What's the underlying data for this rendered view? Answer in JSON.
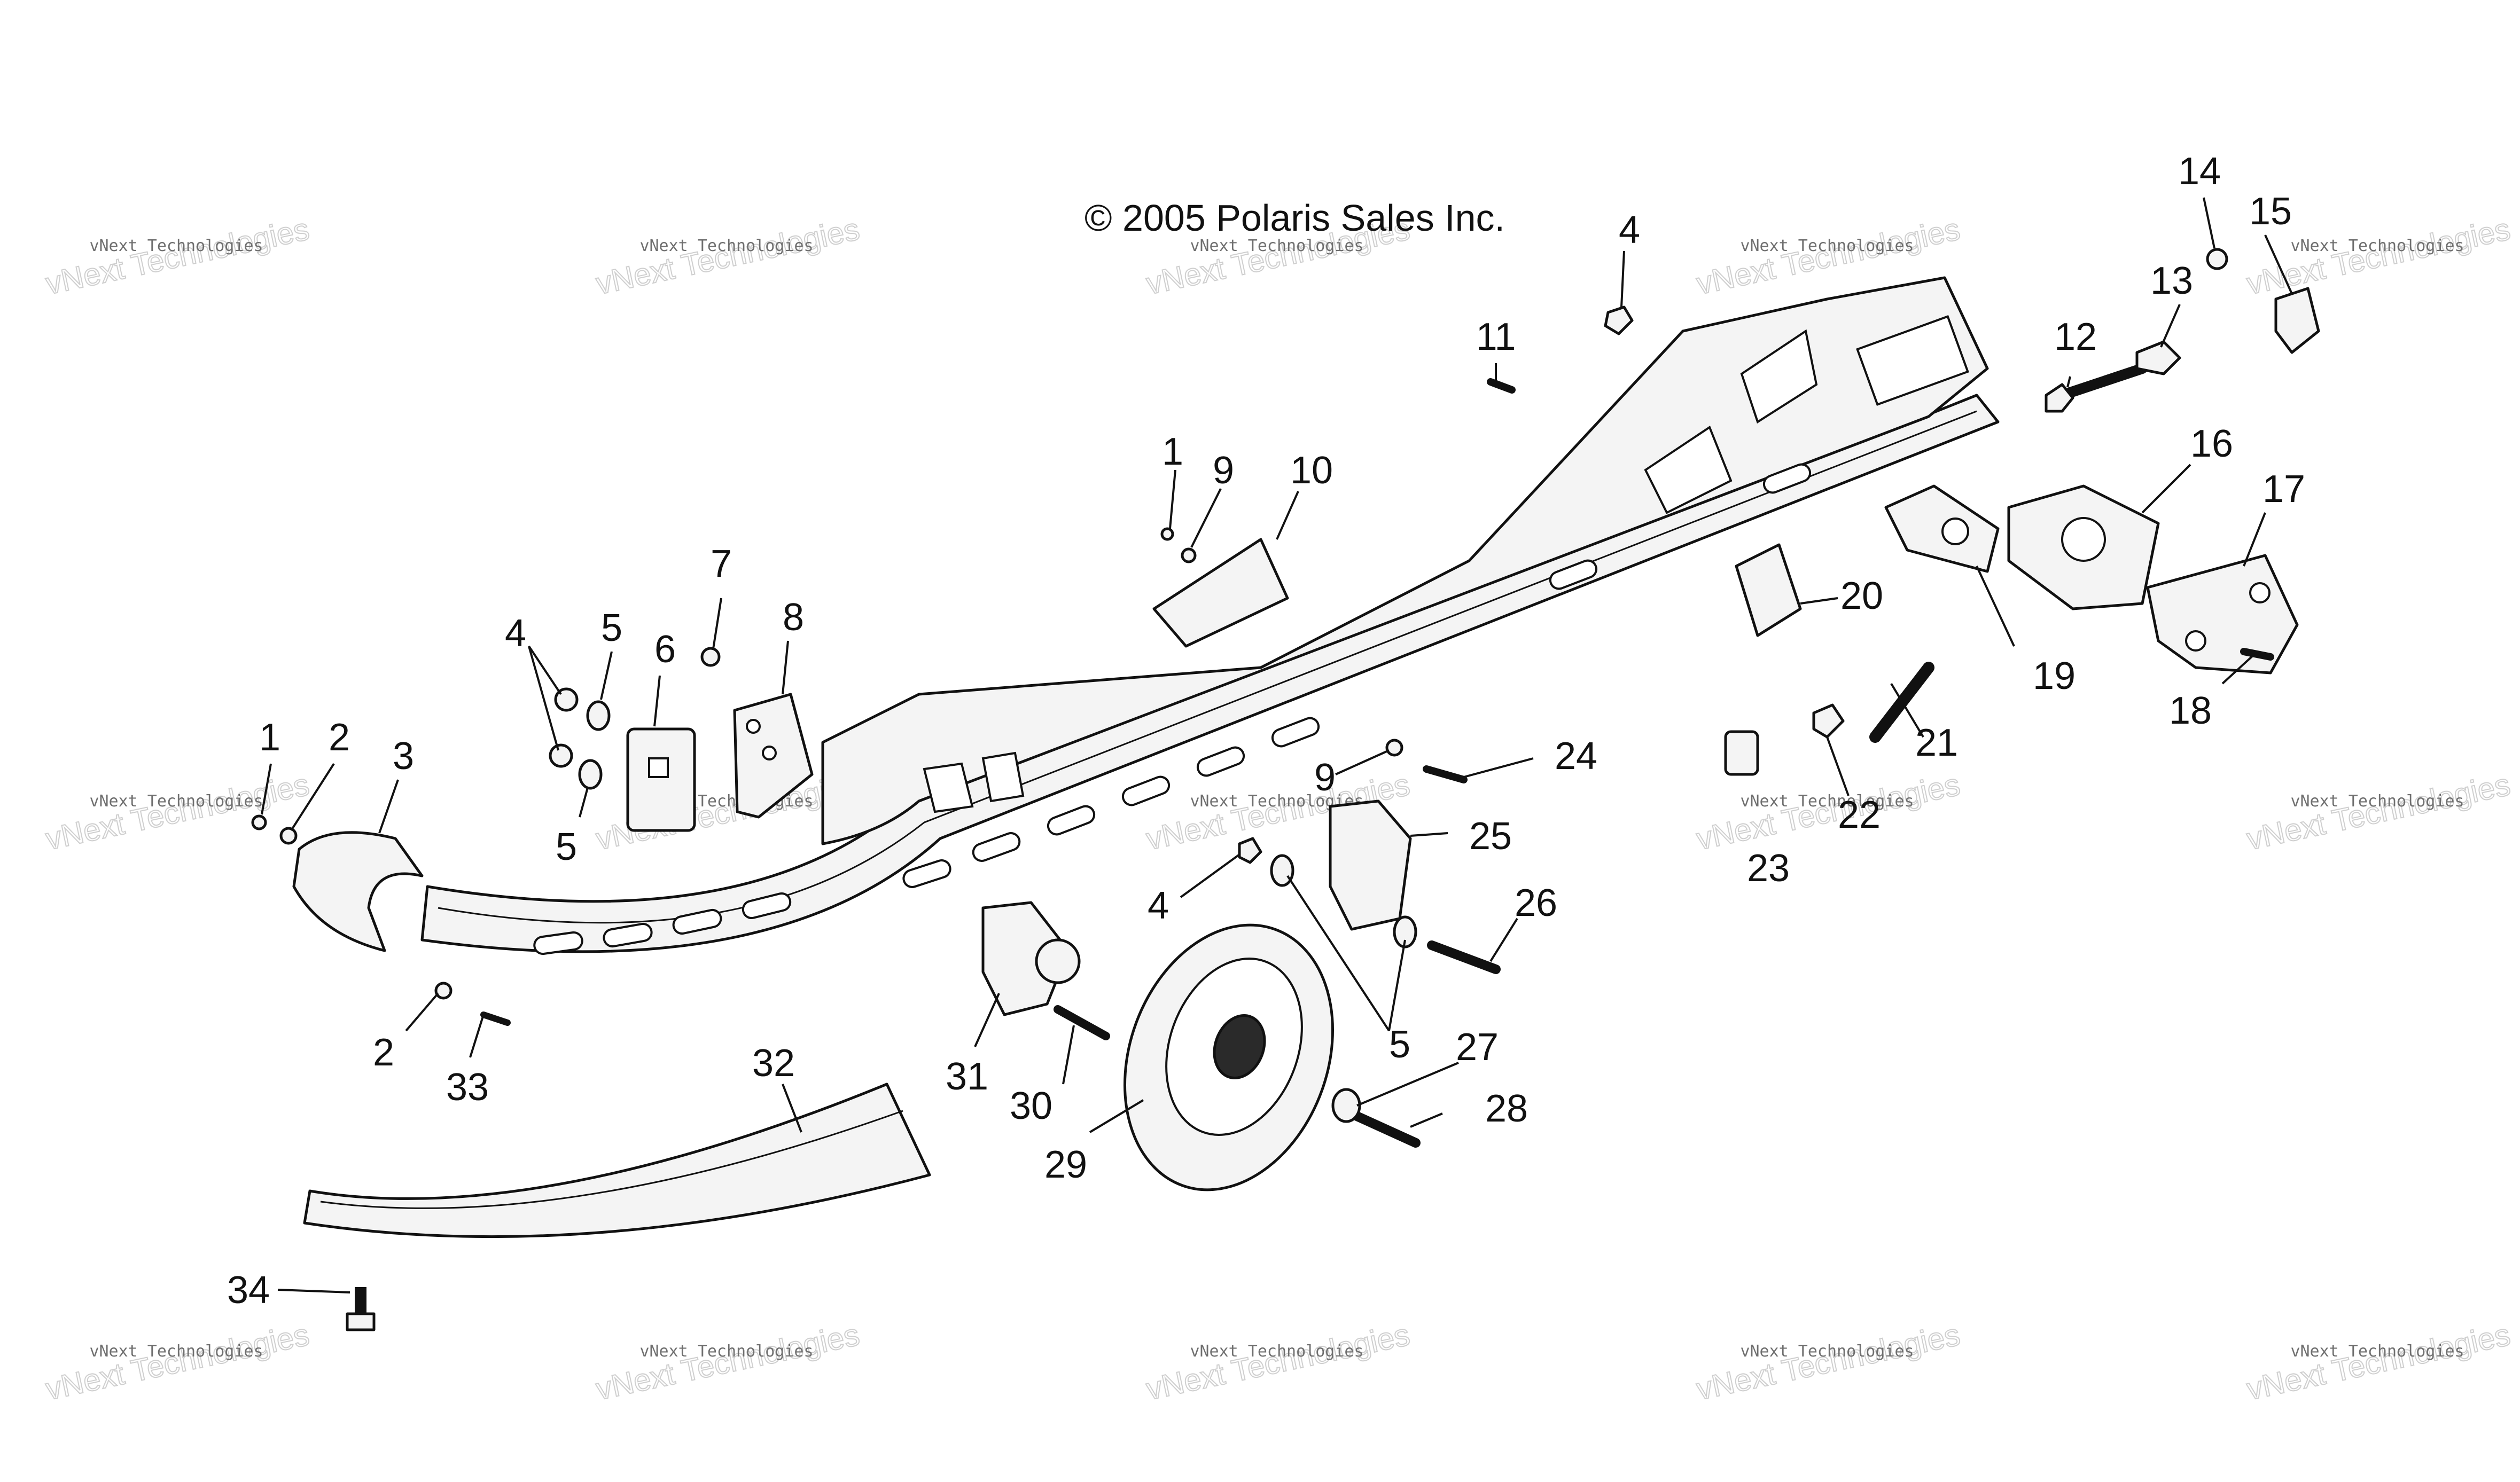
{
  "copyright": "© 2005 Polaris Sales Inc.",
  "watermark": {
    "small": "vNext Technologies",
    "large": "vNext Technologies"
  },
  "callouts": [
    "1",
    "2",
    "3",
    "4",
    "5",
    "6",
    "7",
    "8",
    "9",
    "10",
    "11",
    "12",
    "13",
    "14",
    "15",
    "16",
    "17",
    "18",
    "19",
    "20",
    "21",
    "22",
    "23",
    "24",
    "25",
    "26",
    "27",
    "28",
    "29",
    "30",
    "31",
    "32",
    "33",
    "34"
  ],
  "colors": {
    "ink": "#111111",
    "watermark": "#cfcfcf",
    "background": "#ffffff"
  }
}
